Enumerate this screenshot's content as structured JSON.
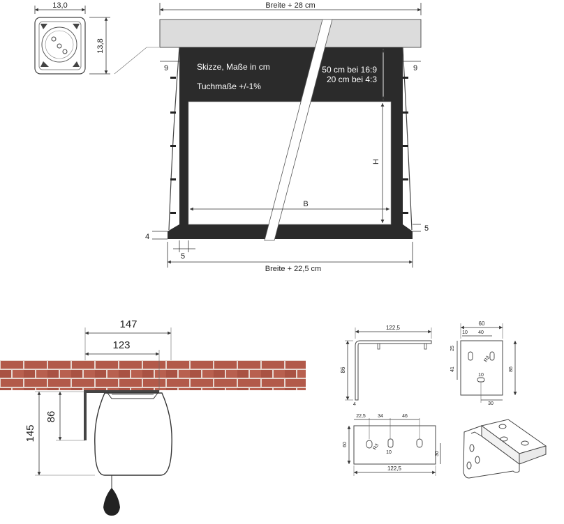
{
  "top": {
    "case_width": "13,0",
    "case_height": "13,8",
    "width_top": "Breite + 28 cm",
    "side_left": "9",
    "side_right": "9",
    "note_sketch": "Skizze, Maße in cm",
    "note_tolerance": "Tuchmaße +/-1%",
    "drop_169": "50 cm bei 16:9",
    "drop_43": "20 cm bei 4:3",
    "label_h": "H",
    "label_b": "B",
    "bottom_left_height": "4",
    "bottom_right_height": "5",
    "bottom_offset": "5",
    "width_bottom": "Breite + 22,5 cm"
  },
  "wall": {
    "dim_147": "147",
    "dim_123": "123",
    "dim_145": "145",
    "dim_86": "86"
  },
  "bracket": {
    "side_width": "122,5",
    "side_height": "86",
    "side_thick": "4",
    "front_w60": "60",
    "front_w10": "10",
    "front_w40": "40",
    "front_25": "25",
    "front_r3": "R3",
    "front_41": "41",
    "front_10": "10",
    "front_30": "30",
    "front_86": "86",
    "plan_22": "22,5",
    "plan_34": "34",
    "plan_46": "46",
    "plan_60": "60",
    "plan_r3": "R3",
    "plan_10": "10",
    "plan_30": "30",
    "plan_122": "122,5"
  }
}
